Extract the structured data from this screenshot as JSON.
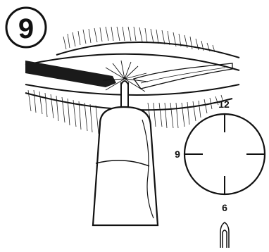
{
  "figure": {
    "step_number": "9",
    "clock_labels": {
      "top": "12",
      "left": "9",
      "bottom": "6"
    }
  },
  "colors": {
    "ink": "#111111",
    "background": "#ffffff"
  },
  "icons": [
    "step-badge-icon",
    "clock-face-icon",
    "forceps-tip-icon",
    "probe-tool-icon"
  ]
}
